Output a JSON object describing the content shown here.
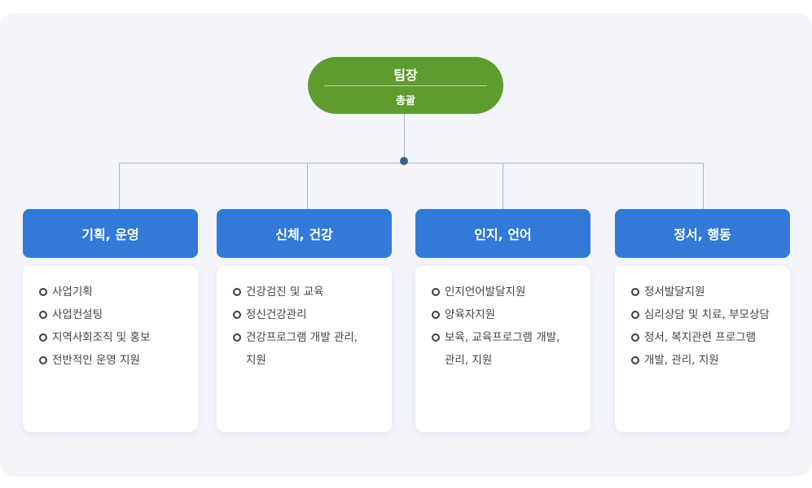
{
  "root": {
    "title": "팀장",
    "subtitle": "총괄"
  },
  "columns": [
    {
      "heading": "기획, 운영",
      "items": [
        "사업기획",
        "사업컨설팅",
        "지역사회조직 및 홍보",
        "전반적인 운영 지원"
      ]
    },
    {
      "heading": "신체, 건강",
      "items": [
        "건강검진 및 교육",
        "정신건강관리",
        "건강프로그램 개발 관리,\n지원"
      ]
    },
    {
      "heading": "인지, 언어",
      "items": [
        "인지언어발달지원",
        "양육자지원",
        "보육, 교육프로그램 개발,\n관리, 지원"
      ]
    },
    {
      "heading": "정서, 행동",
      "items": [
        "정서발달지원",
        "심리상담 및 치료, 부모상담",
        "정서, 복지관련 프로그램",
        "개발, 관리, 지원"
      ]
    }
  ],
  "colors": {
    "root": "#5e9c2f",
    "heading": "#3279d8",
    "connector": "#a8b5c9",
    "junction": "#3f5f8a"
  }
}
